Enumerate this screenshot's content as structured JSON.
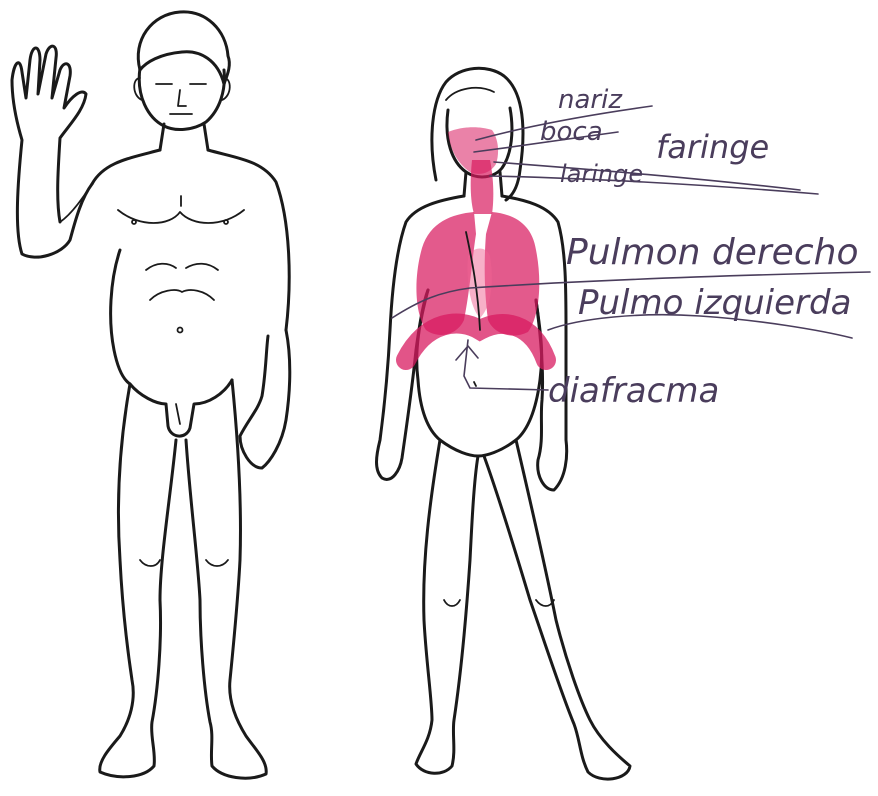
{
  "colors": {
    "ink": "#1a1a1a",
    "marker": "#d81b60",
    "marker_light": "#f06292",
    "handwriting": "#4a3d5c",
    "paper": "#ffffff"
  },
  "figures": {
    "male": {
      "icon": "male-body-outline"
    },
    "female": {
      "icon": "female-body-outline"
    }
  },
  "labels": {
    "nariz": "nariz",
    "boca": "boca",
    "faringe": "faringe",
    "laringe": "laringe",
    "pulmon_derecho": "Pulmon derecho",
    "pulmon_izquierdo": "Pulmo izquierda",
    "diafragma": "diafracma"
  }
}
